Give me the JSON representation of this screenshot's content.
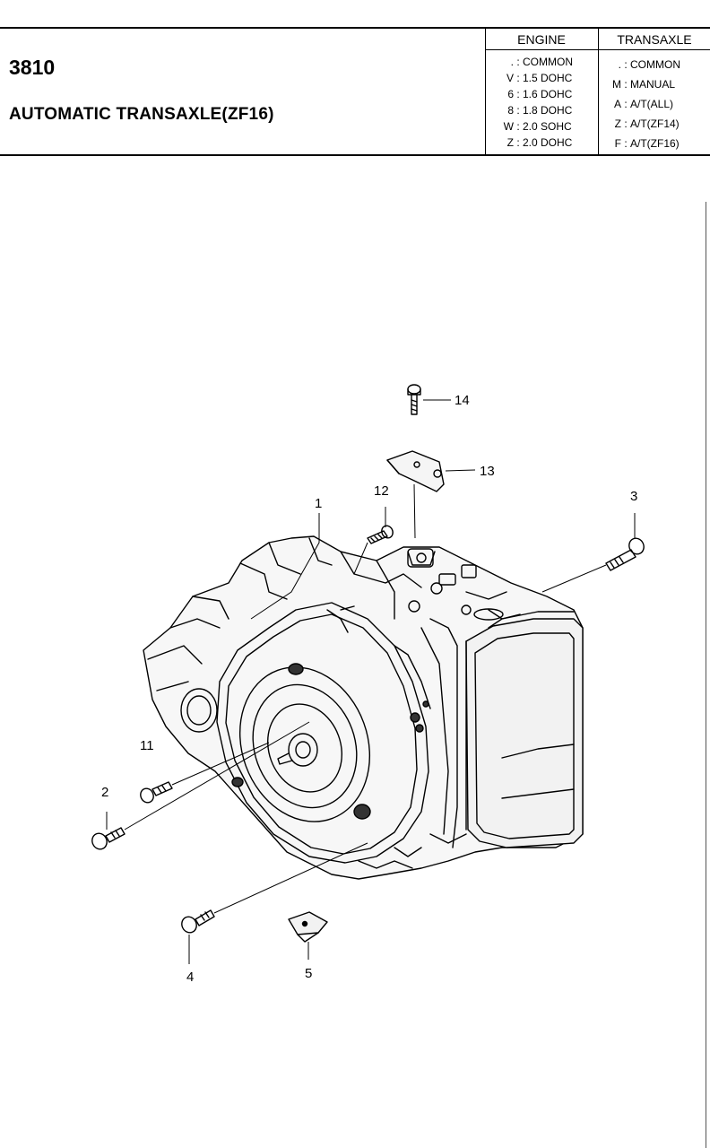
{
  "header": {
    "code": "3810",
    "title": "AUTOMATIC TRANSAXLE(ZF16)"
  },
  "legend": {
    "engine_heading": "ENGINE",
    "transaxle_heading": "TRANSAXLE",
    "engine_rows": [
      {
        "code": ".",
        "value": "COMMON"
      },
      {
        "code": "V",
        "value": "1.5 DOHC"
      },
      {
        "code": "6",
        "value": "1.6 DOHC"
      },
      {
        "code": "8",
        "value": "1.8 DOHC"
      },
      {
        "code": "W",
        "value": "2.0 SOHC"
      },
      {
        "code": "Z",
        "value": "2.0 DOHC"
      }
    ],
    "transaxle_rows": [
      {
        "code": ".",
        "value": "COMMON"
      },
      {
        "code": "M",
        "value": "MANUAL"
      },
      {
        "code": "A",
        "value": "A/T(ALL)"
      },
      {
        "code": "Z",
        "value": "A/T(ZF14)"
      },
      {
        "code": "F",
        "value": "A/T(ZF16)"
      }
    ]
  },
  "callouts": {
    "c1": "1",
    "c2": "2",
    "c3": "3",
    "c4": "4",
    "c5": "5",
    "c11": "11",
    "c12": "12",
    "c13": "13",
    "c14": "14"
  }
}
